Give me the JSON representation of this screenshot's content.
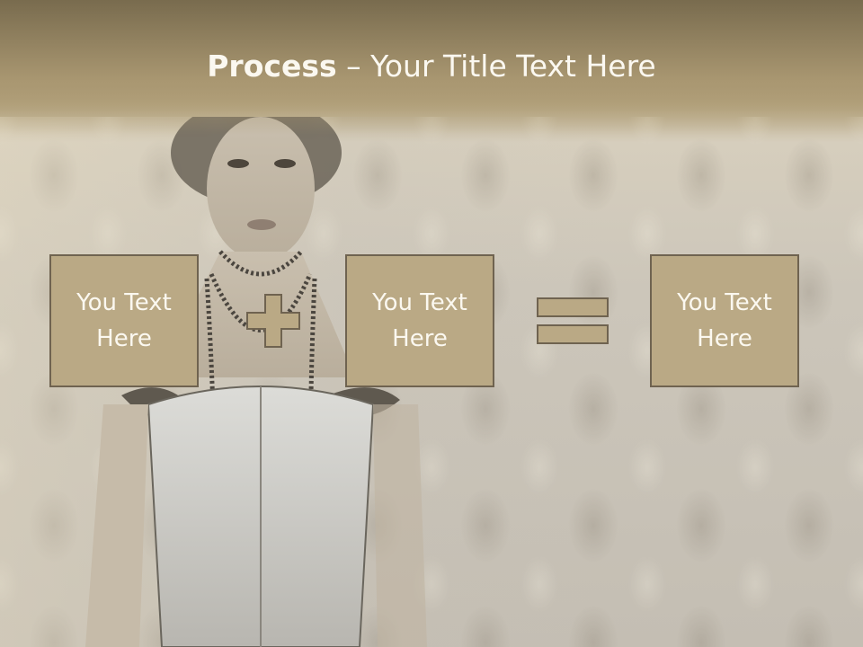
{
  "slide": {
    "title_strong": "Process",
    "title_dash": " – ",
    "title_rest": "Your Title Text Here"
  },
  "process": {
    "boxes": [
      {
        "text": "You Text Here"
      },
      {
        "text": "You Text Here"
      },
      {
        "text": "You Text Here"
      }
    ],
    "operators": [
      "plus-icon",
      "equals-icon"
    ]
  },
  "colors": {
    "box_fill": "#baa985",
    "box_border": "#6f6350",
    "text": "#fbf8f0",
    "header": "#a89570"
  }
}
